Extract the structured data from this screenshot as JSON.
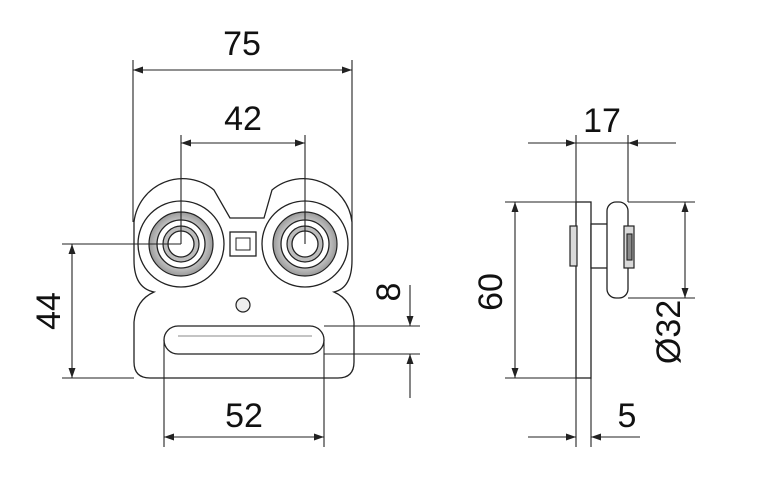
{
  "dimensions": {
    "width_total": "75",
    "wheel_spacing": "42",
    "height_left": "44",
    "slot_length": "52",
    "slot_offset": "8",
    "depth": "17",
    "height_side": "60",
    "wheel_diameter": "Ø32",
    "plate_thickness": "5"
  }
}
